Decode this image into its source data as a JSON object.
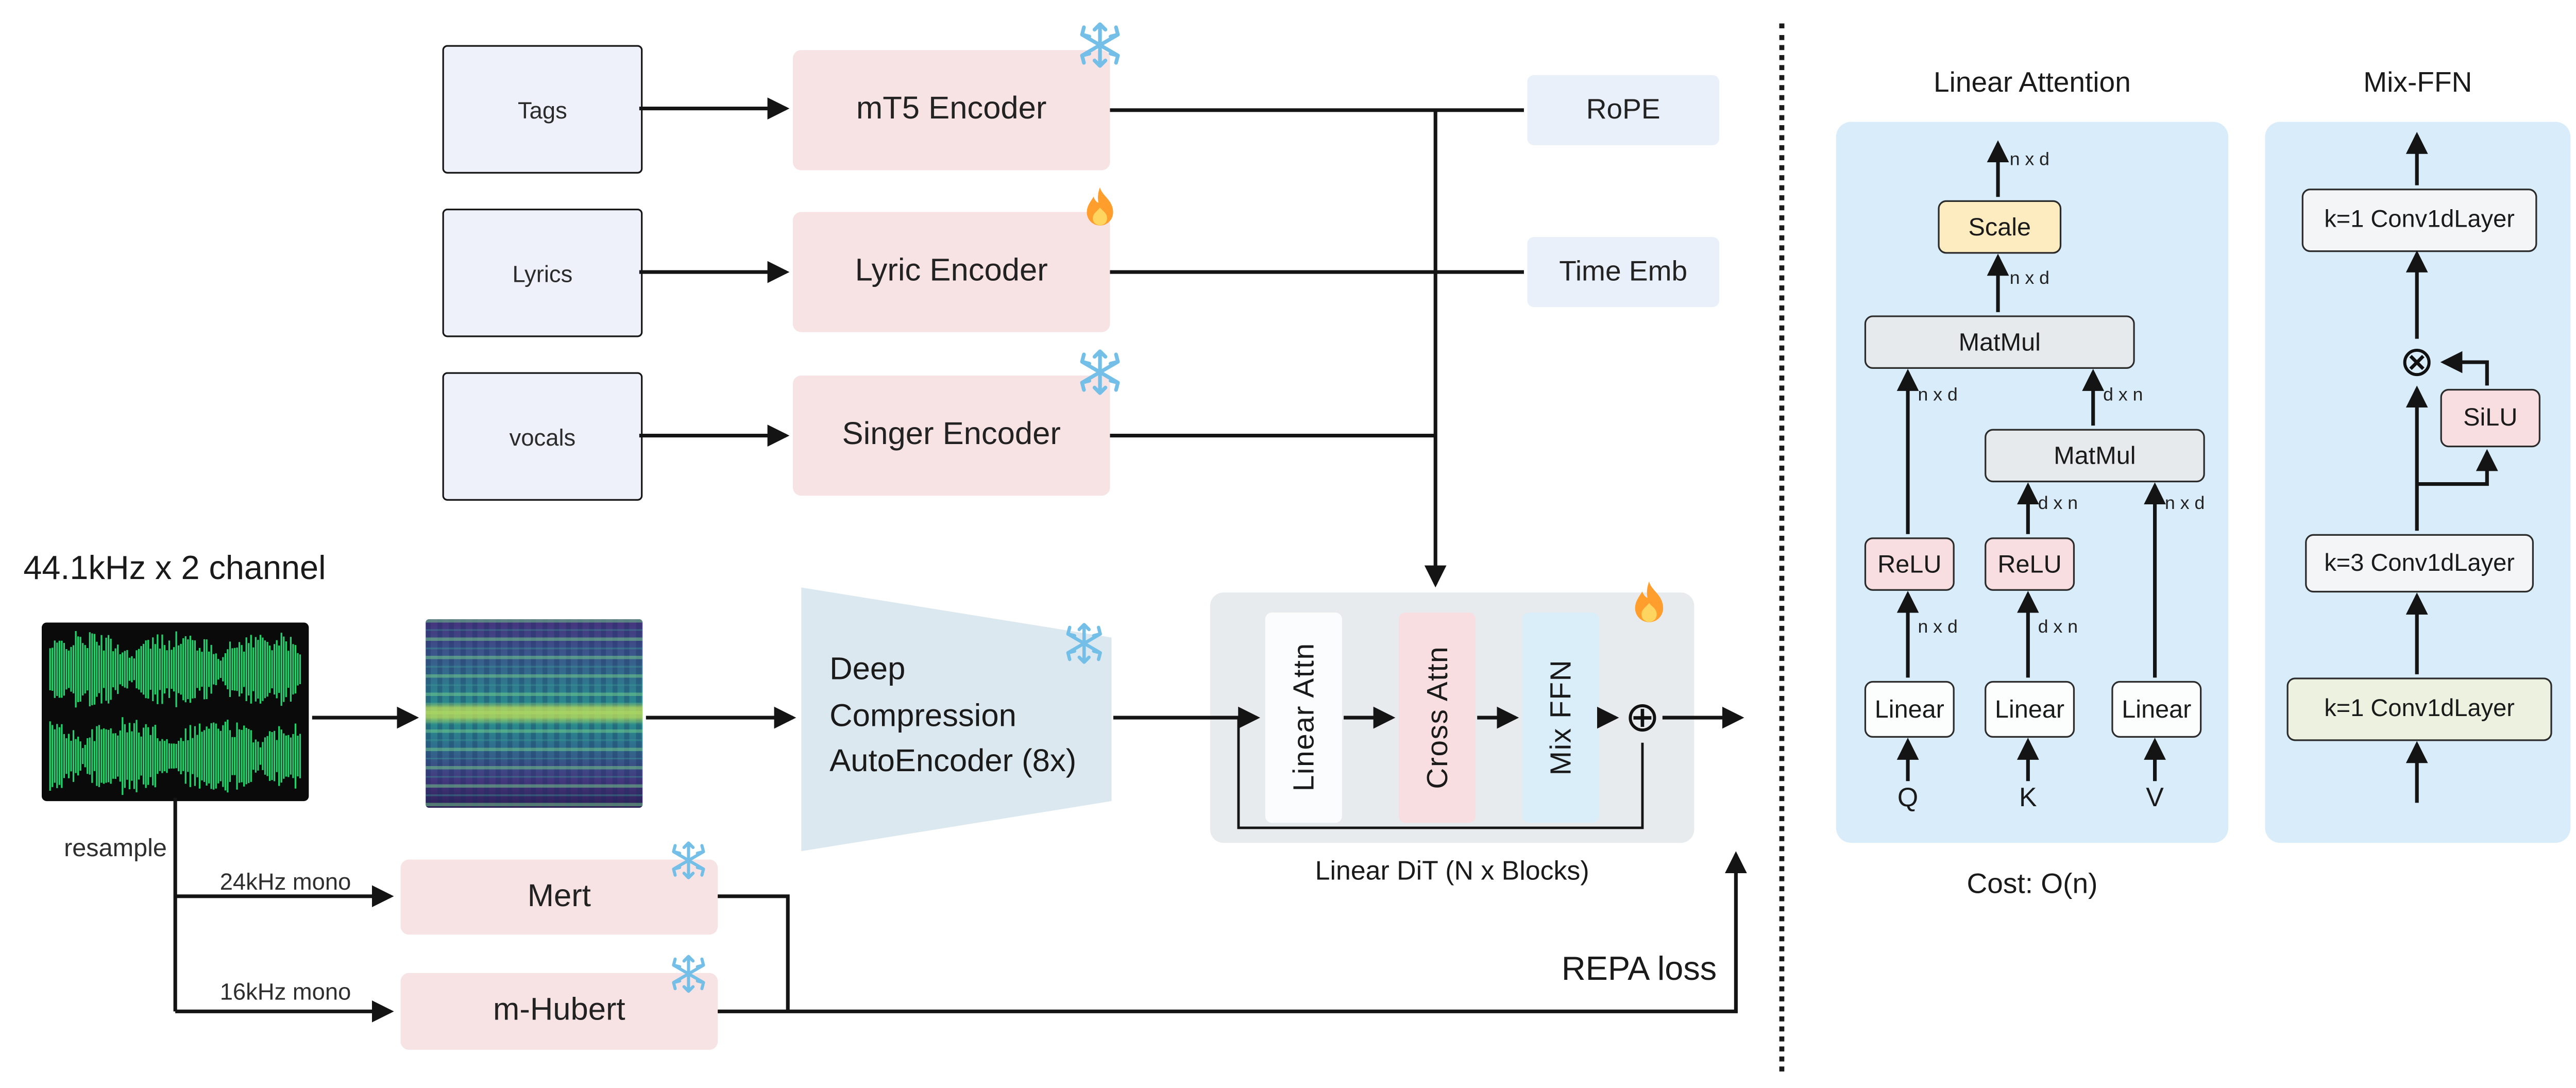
{
  "main": {
    "inputs": [
      {
        "label": "Tags"
      },
      {
        "label": "Lyrics"
      },
      {
        "label": "vocals"
      }
    ],
    "encoders": [
      {
        "label": "mT5 Encoder",
        "icon": "snowflake-frozen"
      },
      {
        "label": "Lyric Encoder",
        "icon": "flame-trainable"
      },
      {
        "label": "Singer Encoder",
        "icon": "snowflake-frozen"
      }
    ],
    "embeds": [
      {
        "label": "RoPE"
      },
      {
        "label": "Time Emb"
      }
    ],
    "audio_label": "44.1kHz x 2 channel",
    "autoencoder": {
      "label": "Deep\nCompression\nAutoEncoder (8x)",
      "icon": "snowflake-frozen"
    },
    "dit": {
      "blocks": [
        {
          "label": "Linear Attn"
        },
        {
          "label": "Cross Attn"
        },
        {
          "label": "Mix FFN"
        }
      ],
      "plus": "⊕",
      "icon": "flame-trainable",
      "caption": "Linear DiT (N x Blocks)"
    },
    "resample": {
      "label": "resample",
      "branches": [
        {
          "rate": "24kHz mono",
          "model": "Mert",
          "icon": "snowflake-frozen"
        },
        {
          "rate": "16kHz mono",
          "model": "m-Hubert",
          "icon": "snowflake-frozen"
        }
      ]
    },
    "repa_loss": "REPA loss"
  },
  "linear_attention": {
    "title": "Linear Attention",
    "scale_label": "Scale",
    "matmul": [
      "MatMul",
      "MatMul"
    ],
    "relu": [
      "ReLU",
      "ReLU"
    ],
    "linear": [
      "Linear",
      "Linear",
      "Linear"
    ],
    "qkv": [
      "Q",
      "K",
      "V"
    ],
    "dims": {
      "out_top": "n x d",
      "scale_in": "n x d",
      "m1_left": "n x d",
      "m1_right": "d x n",
      "m2_left": "d x n",
      "m2_v": "n x d",
      "lin1": "n x d",
      "lin2": "d x n"
    },
    "cost": "Cost: O(n)"
  },
  "mix_ffn": {
    "title": "Mix-FFN",
    "conv_top": "k=1 Conv1dLayer",
    "silu": "SiLU",
    "otimes": "⊗",
    "conv_mid": "k=3 Conv1dLayer",
    "conv_bottom": "k=1 Conv1dLayer"
  },
  "colors": {
    "pink_block": "#f7e2e4",
    "blue_panel": "#d9ecf9",
    "gray_block": "#e7ebee",
    "scale_yellow": "#fcecc0",
    "conv_green": "#edf1e0",
    "waveform_green": "#1fd36d"
  }
}
